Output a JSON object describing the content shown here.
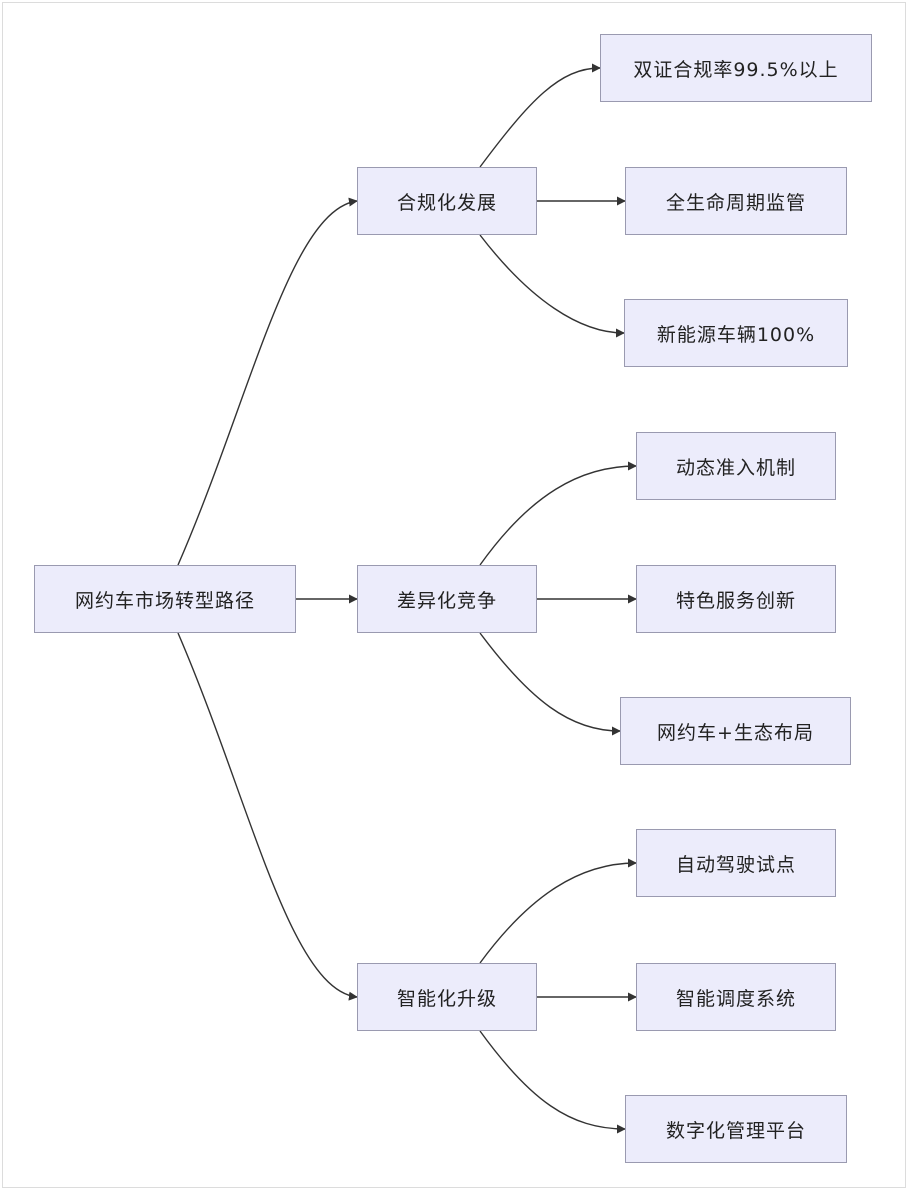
{
  "diagram": {
    "root": "网约车市场转型路径",
    "branches": [
      {
        "label": "合规化发展",
        "children": [
          "双证合规率99.5%以上",
          "全生命周期监管",
          "新能源车辆100%"
        ]
      },
      {
        "label": "差异化竞争",
        "children": [
          "动态准入机制",
          "特色服务创新",
          "网约车+生态布局"
        ]
      },
      {
        "label": "智能化升级",
        "children": [
          "自动驾驶试点",
          "智能调度系统",
          "数字化管理平台"
        ]
      }
    ]
  },
  "colors": {
    "node_fill": "#ececfb",
    "node_border": "#9a9ab0",
    "edge": "#333333"
  }
}
